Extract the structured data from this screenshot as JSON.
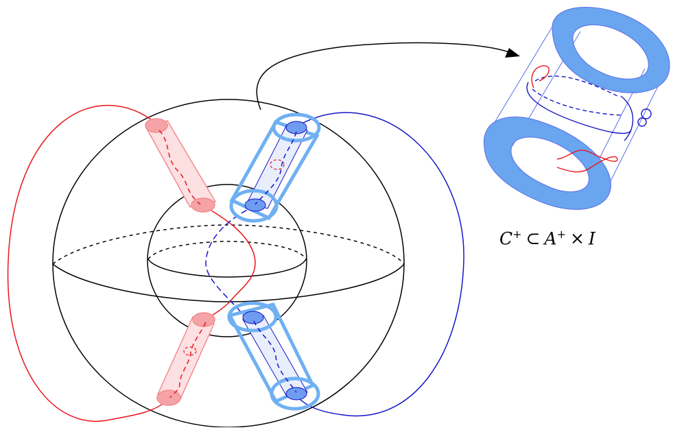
{
  "colors": {
    "stroke": "#000000",
    "red": "#e8151b",
    "red_fill": "#f5a3a6",
    "red_tube": "#f28b8f",
    "blue": "#1515c8",
    "blue_fill": "#6f9cf0",
    "blue_light": "#6fb0f2",
    "annulus": "#6aa5f0"
  },
  "label": {
    "c": "C",
    "plus1": "+",
    "subset": "⊂",
    "a": "A",
    "plus2": "+",
    "times": "×",
    "i": "I"
  }
}
